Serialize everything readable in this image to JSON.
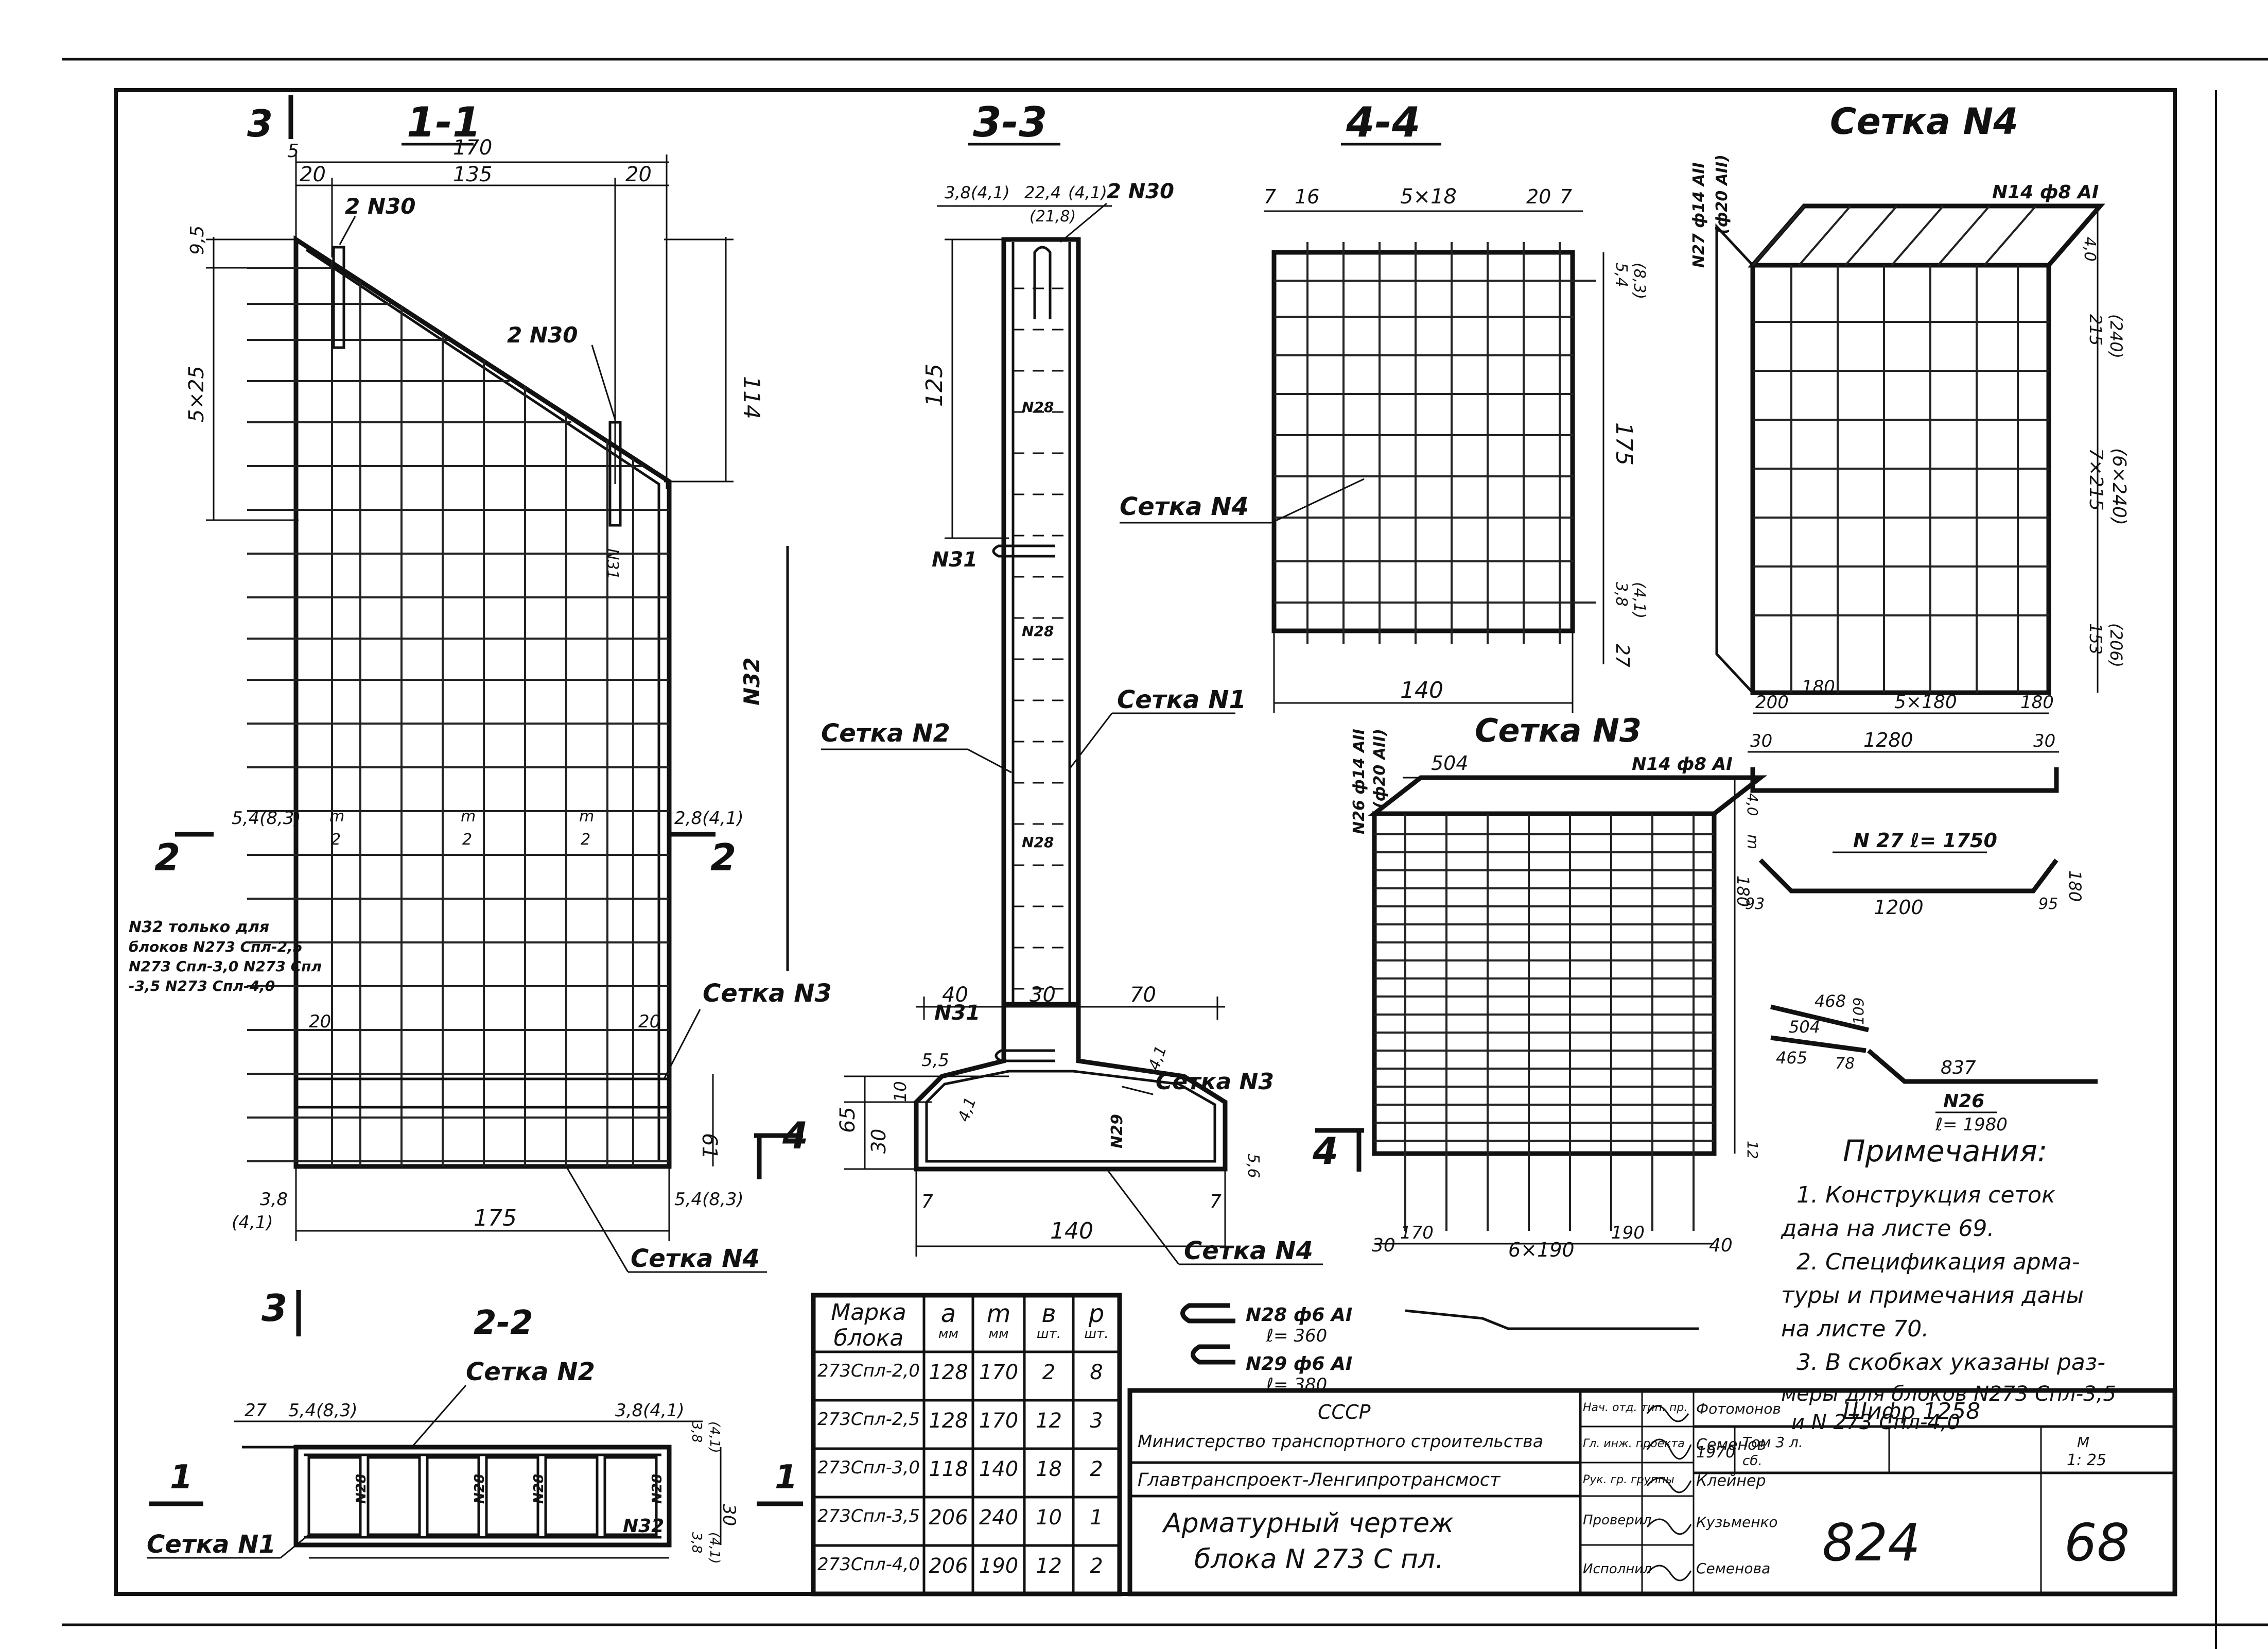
{
  "sections": {
    "s11": "1-1",
    "s33": "3-3",
    "s44": "4-4",
    "s22": "2-2",
    "mark3_top": "3",
    "mark3_bottom": "3",
    "mark2_left": "2",
    "mark2_right": "2",
    "mark1_left": "1",
    "mark1_right": "1",
    "mark4_left": "4",
    "mark4_right": "4"
  },
  "mesh_titles": {
    "mesh4": "Сетка N4",
    "mesh3": "Сетка N3"
  },
  "section11": {
    "dims": [
      "5",
      "170",
      "20",
      "135",
      "20",
      "9,5",
      "5×25",
      "114",
      "61",
      "175",
      "3,8",
      "(4,1)",
      "5,4(8,3)",
      "2,8(4,1)",
      "5,4(8,3)",
      "20",
      "20"
    ],
    "labels": [
      "2 N30",
      "2 N30",
      "N32",
      "N31",
      "Сетка N3",
      "Сетка N4"
    ],
    "m_labels": [
      "m",
      "2",
      "m",
      "2"
    ],
    "note": [
      "N32 только для",
      "блоков N273 Спл-2,5",
      "N273 Спл-3,0 N273 Спл",
      "-3,5 N273 Спл-4,0"
    ]
  },
  "section33": {
    "dims": [
      "3,8(4,1)",
      "22,4",
      "(4,1)",
      "(21,8)",
      "125",
      "40",
      "30",
      "70",
      "5,5",
      "10",
      "65",
      "30",
      "4,1",
      "4,1",
      "5,6",
      "140",
      "7",
      "7"
    ],
    "labels": [
      "2 N30",
      "N28",
      "N28",
      "N28",
      "N31",
      "N31",
      "Сетка N2",
      "Сетка N1",
      "Сетка N3",
      "Сетка N4",
      "N29"
    ]
  },
  "section44": {
    "dims": [
      "7",
      "16",
      "5×18",
      "20",
      "7",
      "5,4",
      "(8,3)",
      "175",
      "3,8",
      "(4,1)",
      "27",
      "140"
    ],
    "labels": [
      "Сетка N4"
    ]
  },
  "mesh4": {
    "dims": [
      "N14 ф8 AI",
      "N27 ф14 AII",
      "(ф20 AII)",
      "4,0",
      "215",
      "(240)",
      "7×215",
      "(6×240)",
      "153",
      "(206)",
      "200",
      "180",
      "5×180",
      "180"
    ]
  },
  "mesh3": {
    "dims": [
      "N26 ф14 AII",
      "(ф20 AII)",
      "504",
      "N14 ф8 AI",
      "4,0",
      "30",
      "170",
      "6×190",
      "190",
      "40",
      "m",
      "12"
    ]
  },
  "bars": {
    "b1": [
      "30",
      "1280",
      "30"
    ],
    "n27": [
      "N 27  ℓ= 1750",
      "180",
      "1200",
      "93",
      "95",
      "180"
    ],
    "n26": [
      "468",
      "109",
      "504",
      "465",
      "78",
      "837",
      "N26",
      "ℓ= 1980"
    ],
    "n28": [
      "N28 ф6 AI",
      "ℓ= 360"
    ],
    "n29": [
      "N29 ф6 AI",
      "ℓ= 380"
    ]
  },
  "section22": {
    "dims": [
      "27",
      "5,4(8,3)",
      "3,8(4,1)",
      "3,8",
      "(4,1)",
      "30",
      "3,8",
      "(4,1)"
    ],
    "labels": [
      "Сетка N2",
      "Сетка N1",
      "N32",
      "N28",
      "N28",
      "N28",
      "N28"
    ]
  },
  "table": {
    "headers": [
      {
        "top": "Марка",
        "bottom": "блока"
      },
      {
        "top": "a",
        "bottom": "мм"
      },
      {
        "top": "m",
        "bottom": "мм"
      },
      {
        "top": "в",
        "bottom": "шт."
      },
      {
        "top": "p",
        "bottom": "шт."
      }
    ],
    "rows": [
      [
        "273Спл-2,0",
        "128",
        "170",
        "2",
        "8"
      ],
      [
        "273Спл-2,5",
        "128",
        "170",
        "12",
        "3"
      ],
      [
        "273Спл-3,0",
        "118",
        "140",
        "18",
        "2"
      ],
      [
        "273Спл-3,5",
        "206",
        "240",
        "10",
        "1"
      ],
      [
        "273Спл-4,0",
        "206",
        "190",
        "12",
        "2"
      ]
    ]
  },
  "notes": {
    "title": "Примечания:",
    "lines": [
      "1. Конструкция сеток",
      "дана на листе 69.",
      "2. Спецификация арма-",
      "туры и примечания даны",
      "на листе 70.",
      "3. В скобках указаны раз-",
      "меры для блоков N273 Спл-3,5",
      "и N 273 Спл-4,0"
    ]
  },
  "title_block": {
    "country": "СССР",
    "ministry": "Министерство транспортного строительства",
    "org": "Главтранспроект-Ленгипротрансмост",
    "drawing_title_1": "Арматурный чертеж",
    "drawing_title_2": "блока  N 273 С пл.",
    "roles": [
      "Нач. отд. тип. пр.",
      "Гл. инж. проекта",
      "Рук. гр. группы",
      "Проверил",
      "Исполнил"
    ],
    "names": [
      "Фотомонов",
      "Семенов",
      "Клейнер",
      "Кузьменко",
      "Семенова"
    ],
    "cipher": "Шифр 1258",
    "year": "1970",
    "sheet_label": "Том 3 л.",
    "sheet_sub": "сб.",
    "scale_label": "М",
    "scale": "1: 25",
    "number": "824",
    "sheet": "68"
  }
}
